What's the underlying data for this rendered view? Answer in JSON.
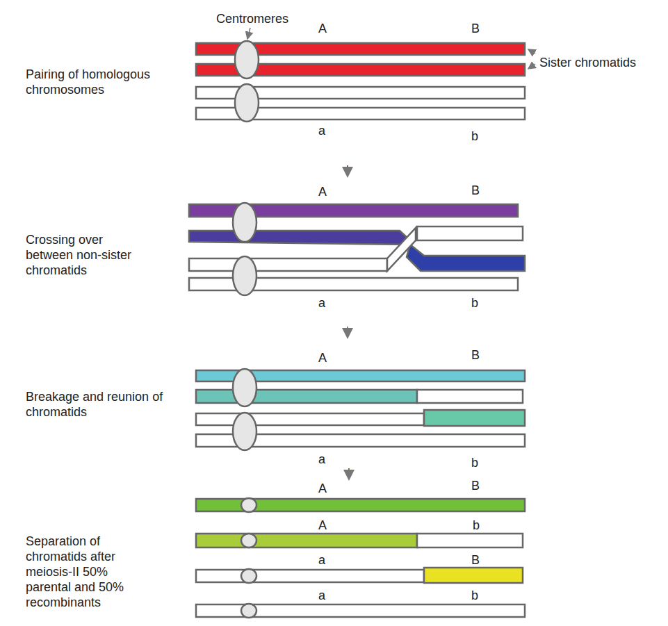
{
  "diagram": {
    "labels": [
      "Centromeres",
      "A",
      "B",
      "Sister chromatids",
      "Pairing of homologous chromosomes",
      "a",
      "b",
      "A",
      "B",
      "Crossing over between non-sister chromatids",
      "a",
      "b",
      "A",
      "B",
      "Breakage and reunion of chromatids",
      "a",
      "b",
      "A",
      "B",
      "A",
      "b",
      "Separation of chromatids after meiosis-II 50% parental and 50% recombinants",
      "a",
      "B",
      "a",
      "b"
    ]
  }
}
